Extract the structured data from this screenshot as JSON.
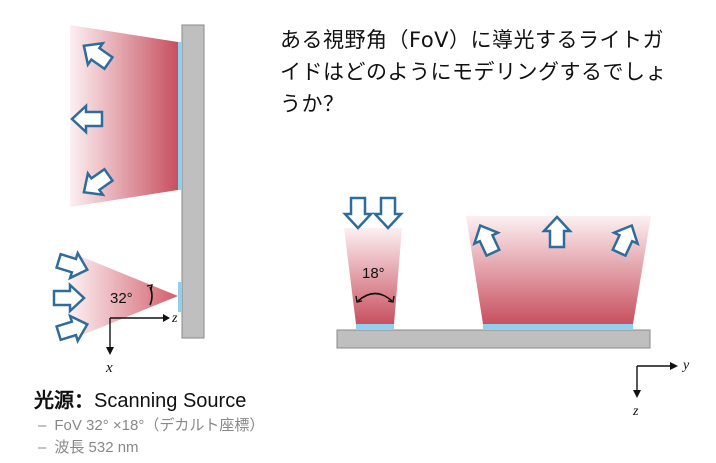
{
  "question": {
    "line1": "ある視野角（FoV）に導光するライトガ",
    "line2": "イドはどのようにモデリングするでしょ",
    "line3": "うか？"
  },
  "left_diagram": {
    "angle_label": "32°",
    "axis_z": "z",
    "axis_x": "x"
  },
  "right_diagram": {
    "angle_label": "18°",
    "axis_y": "y",
    "axis_z": "z"
  },
  "source": {
    "title_jp": "光源：",
    "title_en": "Scanning Source",
    "spec1_dash": "–",
    "spec1": "FoV 32° ×18°（デカルト座標）",
    "spec2_dash": "–",
    "spec2": "波長 532 nm"
  },
  "colors": {
    "beam_dark": "#c8505f",
    "beam_light": "#fbeef0",
    "arrow": "#2e6c9b",
    "plate": "#bfbfbf",
    "coupler": "#8fd0ee"
  }
}
